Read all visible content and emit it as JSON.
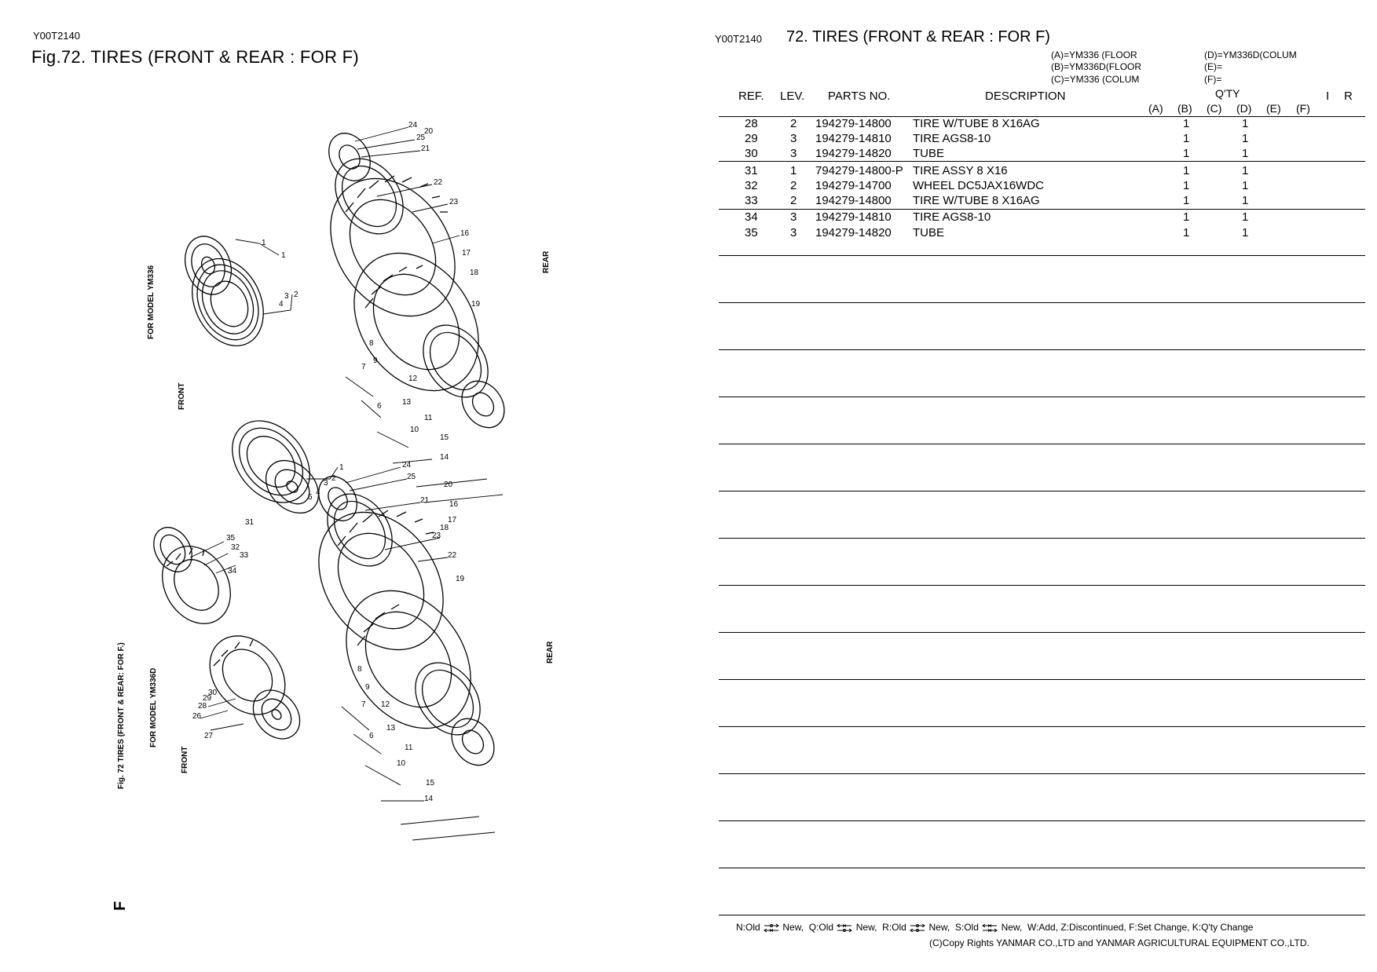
{
  "left": {
    "code": "Y00T2140",
    "fig_title": "Fig.72.  TIRES (FRONT & REAR : FOR F)",
    "diagram_labels": {
      "model_ym336": "FOR MODEL YM336",
      "model_ym336d": "FOR MODEL YM336D",
      "front": "FRONT",
      "rear": "REAR",
      "caption": "Fig. 72  TIRES (FRONT & REAR: FOR F.)",
      "corner_letter": "F"
    },
    "callouts": [
      "1",
      "2",
      "3",
      "4",
      "5",
      "6",
      "7",
      "8",
      "9",
      "10",
      "11",
      "12",
      "13",
      "14",
      "15",
      "16",
      "17",
      "18",
      "19",
      "20",
      "21",
      "22",
      "23",
      "24",
      "25",
      "26",
      "27",
      "28",
      "29",
      "30",
      "31",
      "32",
      "33",
      "34",
      "35"
    ]
  },
  "right": {
    "code": "Y00T2140",
    "title": "72.  TIRES (FRONT & REAR : FOR F)",
    "models": {
      "a": "(A)=YM336 (FLOOR",
      "b": "(B)=YM336D(FLOOR",
      "c": "(C)=YM336 (COLUM",
      "d": "(D)=YM336D(COLUM",
      "e": "(E)=",
      "f": "(F)="
    },
    "headers": {
      "ref": "REF.",
      "lev": "LEV.",
      "parts_no": "PARTS NO.",
      "description": "DESCRIPTION",
      "qty": "Q'TY",
      "qty_cols": [
        "(A)",
        "(B)",
        "(C)",
        "(D)",
        "(E)",
        "(F)"
      ],
      "i": "I",
      "r": "R"
    },
    "rows": [
      {
        "ref": "28",
        "lev": "2",
        "parts_no": "194279-14800",
        "desc": "TIRE W/TUBE 8  X16AG",
        "b": "1",
        "d": "1"
      },
      {
        "ref": "29",
        "lev": "3",
        "parts_no": "194279-14810",
        "desc": "TIRE AGS8-10",
        "b": "1",
        "d": "1"
      },
      {
        "ref": "30",
        "lev": "3",
        "parts_no": "194279-14820",
        "desc": "TUBE",
        "b": "1",
        "d": "1"
      },
      {
        "ref": "31",
        "lev": "1",
        "parts_no": "794279-14800-P",
        "desc": "TIRE ASSY 8  X16",
        "b": "1",
        "d": "1"
      },
      {
        "ref": "32",
        "lev": "2",
        "parts_no": "194279-14700",
        "desc": "WHEEL DC5JAX16WDC",
        "b": "1",
        "d": "1"
      },
      {
        "ref": "33",
        "lev": "2",
        "parts_no": "194279-14800",
        "desc": "TIRE W/TUBE 8  X16AG",
        "b": "1",
        "d": "1"
      },
      {
        "ref": "34",
        "lev": "3",
        "parts_no": "194279-14810",
        "desc": "TIRE AGS8-10",
        "b": "1",
        "d": "1"
      },
      {
        "ref": "35",
        "lev": "3",
        "parts_no": "194279-14820",
        "desc": "TUBE",
        "b": "1",
        "d": "1"
      }
    ],
    "legend": {
      "n": "N:Old",
      "n_new": "New,",
      "q": "Q:Old",
      "q_new": "New,",
      "r": "R:Old",
      "r_new": "New,",
      "s": "S:Old",
      "s_new": "New,",
      "rest": "W:Add,  Z:Discontinued,  F:Set Change,  K:Q'ty Change"
    },
    "copyright": "(C)Copy Rights  YANMAR CO.,LTD and YANMAR AGRICULTURAL EQUIPMENT CO.,LTD."
  }
}
